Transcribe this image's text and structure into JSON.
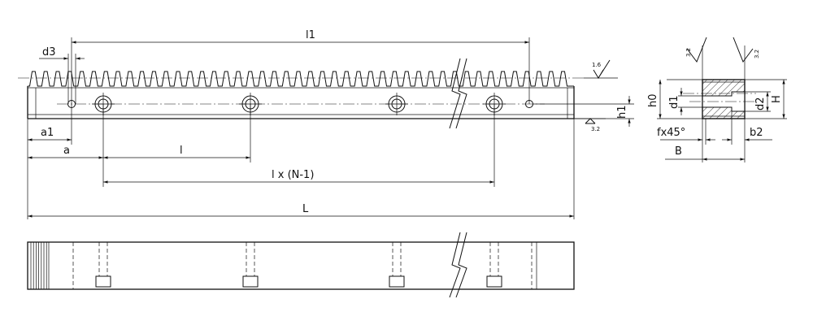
{
  "labels": {
    "l1": "l1",
    "d3": "d3",
    "a1": "a1",
    "a": "a",
    "l": "l",
    "l_n": "l x (N-1)",
    "L": "L",
    "h1": "h1",
    "h0": "h0",
    "d1": "d1",
    "d2": "d2",
    "H": "H",
    "chamfer": "fx45°",
    "b2": "b2",
    "B": "B"
  },
  "surface_marks": {
    "teeth": "1.6",
    "bottom": "3.2",
    "side_left": "3.2",
    "side_right": "3.2"
  },
  "rack": {
    "holes": 4,
    "pin_holes": 2
  }
}
